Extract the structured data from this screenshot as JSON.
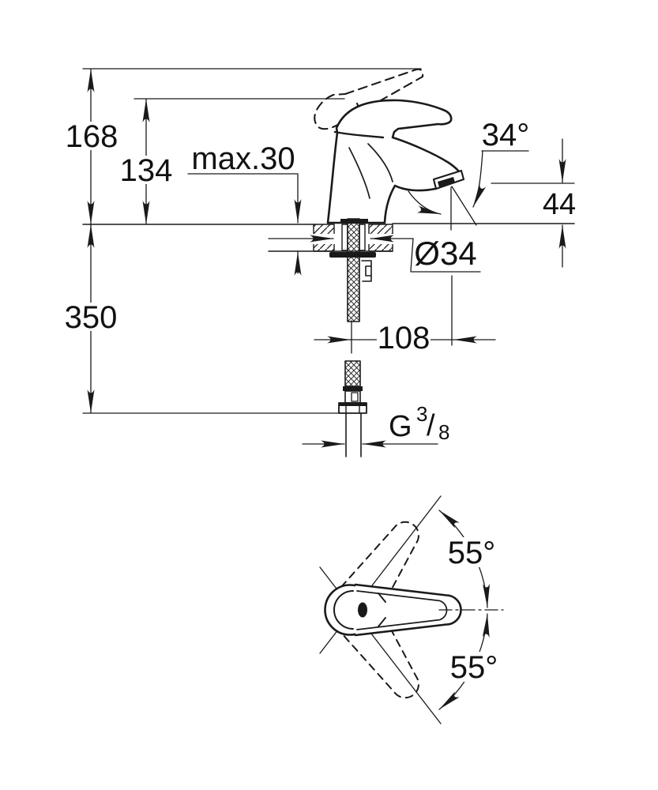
{
  "drawing": {
    "title_hint": "faucet dimensional drawing",
    "colors": {
      "line": "#1a1a1a",
      "background": "#ffffff"
    },
    "side_view": {
      "dim_168": "168",
      "dim_134": "134",
      "dim_max30": "max.30",
      "dim_34deg": "34°",
      "dim_44": "44",
      "dim_dia34": "Ø34",
      "dim_350": "350",
      "dim_108": "108",
      "thread_g": "G",
      "thread_numerator": "3",
      "thread_slash": "/",
      "thread_denominator": "8"
    },
    "top_view": {
      "angle_upper": "55°",
      "angle_lower": "55°"
    }
  }
}
